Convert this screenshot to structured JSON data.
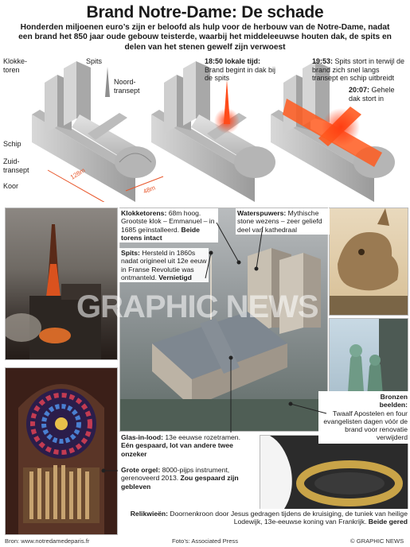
{
  "header": {
    "title": "Brand Notre-Dame: De schade",
    "intro": "Honderden miljoenen euro’s zijn er beloofd als hulp voor de herbouw van de Notre-Dame, nadat een brand het 850 jaar oude gebouw teisterde, waarbij het middeleeuwse houten dak, de spits en delen van het stenen gewelf zijn verwoest"
  },
  "diagram": {
    "labels": {
      "towers_l1": "Klokke-",
      "towers_l2": "toren",
      "spire": "Spits",
      "north_l1": "Noord-",
      "north_l2": "transept",
      "nave": "Schip",
      "south_l1": "Zuid-",
      "south_l2": "transept",
      "choir": "Koor",
      "length": "128m",
      "width": "48m"
    },
    "timeline": [
      {
        "time": "18:50 lokale tijd:",
        "text": "Brand begint in dak bij de spits"
      },
      {
        "time": "19:53:",
        "text": "Spits stort in terwijl de brand zich snel langs transept en schip uitbreidt"
      },
      {
        "time": "20:07:",
        "text": "Gehele dak stort in"
      }
    ]
  },
  "boxes": {
    "towers": {
      "head": "Klokketorens:",
      "body": " 68m hoog. Grootste klok – Emmanuel – in 1685 geïnstalleerd. ",
      "tail": "Beide torens intact"
    },
    "spire": {
      "head": "Spits:",
      "body": " Hersteld in 1860s nadat origineel uit 12e eeuw in Franse Revolutie was ontmanteld. ",
      "tail": "Vernietigd"
    },
    "gargoyles": {
      "head": "Waterspuwers:",
      "body": " Mythische stone wezens – zeer geliefd deel van kathedraal"
    },
    "statues": {
      "head_l1": "Bronzen",
      "head_l2": "beelden:",
      "body": "Twaalf Apostelen en four evangelisten dagen vóór de brand voor renovatie verwijderd"
    },
    "glass": {
      "head": "Glas-in-lood:",
      "body": " 13e eeuwse rozetramen. ",
      "tail": "Eén gespaard, lot van andere twee onzeker"
    },
    "organ": {
      "head": "Grote orgel:",
      "body": " 8000-pijps instrument, gerenoveerd 2013. ",
      "tail": "Zou gespaard zijn gebleven"
    },
    "relics": {
      "head": "Relikwieën:",
      "body": " Doornenkroon door Jesus gedragen tijdens de kruisiging, de tuniek van heilige Lodewijk, 13e-eeuwse koning van Frankrijk. ",
      "tail": "Beide gered"
    }
  },
  "watermark": "GRAPHIC NEWS",
  "footer": {
    "source": "Bron: www.notredamedeparis.fr",
    "photos": "Foto’s: Associated Press",
    "copyright": "© GRAPHIC NEWS"
  },
  "colors": {
    "fire": "#ff5a1f",
    "stone": "#c9c9c9",
    "accent": "#e8562a"
  }
}
